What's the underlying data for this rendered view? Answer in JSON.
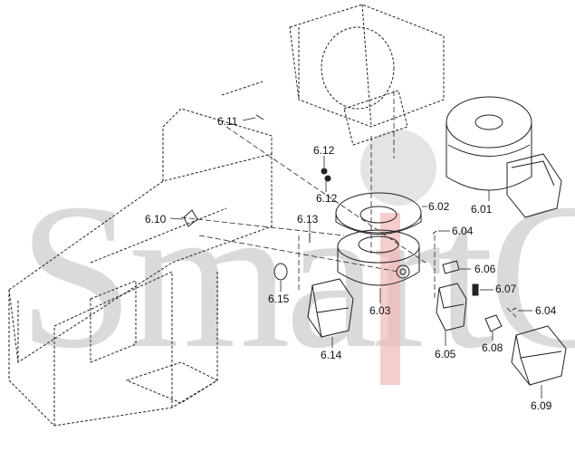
{
  "watermark": {
    "text": "SmartCo",
    "accent_color": "#f2b8b8",
    "color": "#d2d2d2"
  },
  "labels": {
    "p611": "6.11",
    "p612a": "6.12",
    "p612b": "6.12",
    "p610": "6.10",
    "p613": "6.13",
    "p602": "6.02",
    "p601": "6.01",
    "p604a": "6.04",
    "p615": "6.15",
    "p606": "6.06",
    "p607": "6.07",
    "p604b": "6.04",
    "p603": "6.03",
    "p614": "6.14",
    "p605": "6.05",
    "p608": "6.08",
    "p609": "6.09"
  }
}
